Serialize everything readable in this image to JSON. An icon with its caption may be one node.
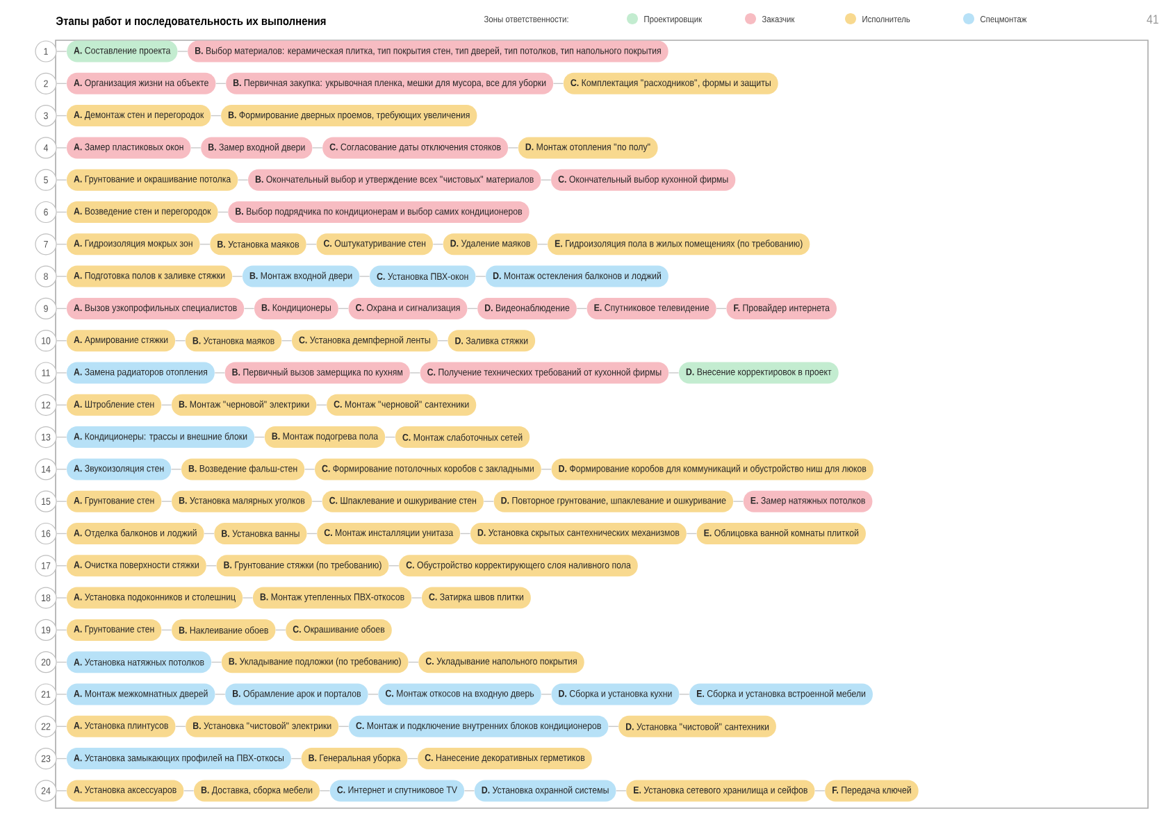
{
  "diagram": {
    "title": "Этапы работ и последовательность их выполнения",
    "nodes": [
      {
        "text": [
          "1"
        ]
      },
      {
        "text": [
          "**A.** Составление проекта"
        ]
      },
      {
        "text": [
          "**B.** Выбор материалов: керамическая плитка, тип покрытия стен, тип дверей, тип потолков, тип напольного покрытия"
        ]
      },
      {
        "text": [
          "2"
        ]
      },
      {
        "text": [
          "**A.** Организация жизни на объекте"
        ]
      },
      {
        "text": [
          "**B.** Первичная закупка: укрывочная пленка, мешки для мусора, все для уборки"
        ]
      },
      {
        "text": [
          "**C.** Комплектация \"расходников\", формы и защиты"
        ]
      },
      {
        "text": [
          "3"
        ]
      },
      {
        "text": [
          "**A.** Демонтаж стен и перегородок"
        ]
      },
      {
        "text": [
          "**B.** Формирование дверных проемов, требующих увеличения"
        ]
      },
      {
        "text": [
          "4"
        ]
      },
      {
        "text": [
          "**A.** Замер пластиковых окон"
        ]
      },
      {
        "text": [
          "**B.** Замер входной двери"
        ]
      },
      {
        "text": [
          "**C.** Согласование даты отключения стояков"
        ]
      },
      {
        "text": [
          "**D.** Монтаж отопления \"по полу\""
        ]
      },
      {
        "text": [
          "5"
        ]
      },
      {
        "text": [
          "**A.** Грунтование и окрашивание потолка"
        ]
      },
      {
        "text": [
          "**B.** Окончательный выбор и утверждение всех \"чистовых\" материалов"
        ]
      },
      {
        "text": [
          "**C.** Окончательный выбор кухонной фирмы"
        ]
      },
      {
        "text": [
          "6"
        ]
      },
      {
        "text": [
          "**A.** Возведение стен и перегородок"
        ]
      },
      {
        "text": [
          "**B.** Выбор подрядчика по кондиционерам и выбор самих кондиционеров"
        ]
      },
      {
        "text": [
          "7"
        ]
      },
      {
        "text": [
          "**A.** Гидроизоляция мокрых зон"
        ]
      },
      {
        "text": [
          "**B.** Установка маяков"
        ]
      },
      {
        "text": [
          "**C.** Оштукатуривание стен"
        ]
      },
      {
        "text": [
          "**D.** Удаление маяков"
        ]
      },
      {
        "text": [
          "**E.** Гидроизоляция пола в жилых помещениях (по требованию)"
        ]
      },
      {
        "text": [
          "8"
        ]
      },
      {
        "text": [
          "**A.** Подготовка полов к заливке стяжки"
        ]
      },
      {
        "text": [
          "**B.** Монтаж входной двери"
        ]
      },
      {
        "text": [
          "**C.** Установка ПВХ-окон"
        ]
      },
      {
        "text": [
          "**D.** Монтаж остекления балконов и лоджий"
        ]
      },
      {
        "text": [
          "9"
        ]
      },
      {
        "text": [
          "**A.** Вызов узкопрофильных специалистов"
        ]
      },
      {
        "text": [
          "**B.** Кондиционеры"
        ]
      },
      {
        "text": [
          "**C.** Охрана и сигнализация"
        ]
      },
      {
        "text": [
          "**D.** Видеонаблюдение"
        ]
      },
      {
        "text": [
          "**E.** Спутниковое телевидение"
        ]
      },
      {
        "text": [
          "**F.** Провайдер интернета"
        ]
      },
      {
        "text": [
          "10"
        ]
      },
      {
        "text": [
          "**A.** Армирование стяжки"
        ]
      },
      {
        "text": [
          "**B.** Установка маяков"
        ]
      },
      {
        "text": [
          "**C.** Установка демпферной ленты"
        ]
      },
      {
        "text": [
          "**D.** Заливка стяжки"
        ]
      },
      {
        "text": [
          "11"
        ]
      },
      {
        "text": [
          "**A.** Замена радиаторов отопления"
        ]
      },
      {
        "text": [
          "**B.** Первичный вызов замерщика по кухням"
        ]
      },
      {
        "text": [
          "**C.** Получение технических требований от кухонной фирмы"
        ]
      },
      {
        "text": [
          "**D.** Внесение корректировок в проект"
        ]
      },
      {
        "text": [
          "12"
        ]
      },
      {
        "text": [
          "**A.** Штробление стен"
        ]
      },
      {
        "text": [
          "**B.** Монтаж \"черновой\" электрики"
        ]
      },
      {
        "text": [
          "**C.** Монтаж \"черновой\" сантехники"
        ]
      },
      {
        "text": [
          "13"
        ]
      },
      {
        "text": [
          "**A.** Кондиционеры: трассы и внешние блоки"
        ]
      },
      {
        "text": [
          "**B.** Монтаж подогрева пола"
        ]
      },
      {
        "text": [
          "**C.** Монтаж слаботочных сетей"
        ]
      },
      {
        "text": [
          "14"
        ]
      },
      {
        "text": [
          "**A.** Звукоизоляция стен"
        ]
      },
      {
        "text": [
          "**B.** Возведение фальш-стен"
        ]
      },
      {
        "text": [
          "**C.** Формирование потолочных коробов с закладными"
        ]
      },
      {
        "text": [
          "**D.** Формирование коробов для коммуникаций и обустройство ниш для люков"
        ]
      },
      {
        "text": [
          "15"
        ]
      },
      {
        "text": [
          "**A.** Грунтование стен"
        ]
      },
      {
        "text": [
          "**B.** Установка малярных уголков"
        ]
      },
      {
        "text": [
          "**C.** Шпаклевание и ошкуривание стен"
        ]
      },
      {
        "text": [
          "**D.** Повторное грунтование, шпаклевание и ошкуривание"
        ]
      },
      {
        "text": [
          "**E.** Замер натяжных потолков"
        ]
      },
      {
        "text": [
          "16"
        ]
      },
      {
        "text": [
          "**A.** Отделка балконов и лоджий"
        ]
      },
      {
        "text": [
          "**B.** Установка ванны"
        ]
      },
      {
        "text": [
          "**C.** Монтаж инсталляции унитаза"
        ]
      },
      {
        "text": [
          "**D.** Установка скрытых сантехнических механизмов"
        ]
      },
      {
        "text": [
          "**E.** Облицовка ванной комнаты плиткой"
        ]
      },
      {
        "text": [
          "17"
        ]
      },
      {
        "text": [
          "**A.** Очистка поверхности стяжки"
        ]
      },
      {
        "text": [
          "**B.** Грунтование стяжки (по требованию)"
        ]
      },
      {
        "text": [
          "**C.** Обустройство корректирующего слоя наливного пола"
        ]
      },
      {
        "text": [
          "18"
        ]
      },
      {
        "text": [
          "**A.** Установка подоконников и столешниц"
        ]
      },
      {
        "text": [
          "**B.** Монтаж утепленных ПВХ-откосов"
        ]
      },
      {
        "text": [
          "**C.** Затирка швов плитки"
        ]
      },
      {
        "text": [
          "19"
        ]
      },
      {
        "text": [
          "**A.** Грунтование стен"
        ]
      },
      {
        "text": [
          "**B.** Наклеивание обоев"
        ]
      },
      {
        "text": [
          "**C.** Окрашивание обоев"
        ]
      },
      {
        "text": [
          "20"
        ]
      },
      {
        "text": [
          "**A.** Установка натяжных потолков"
        ]
      },
      {
        "text": [
          "**B.** Укладывание подложки (по требованию)"
        ]
      },
      {
        "text": [
          "**C.** Укладывание напольного покрытия"
        ]
      },
      {
        "text": [
          "21"
        ]
      },
      {
        "text": [
          "**A.** Монтаж межкомнатных дверей"
        ]
      },
      {
        "text": [
          "**B.** Обрамление арок и порталов"
        ]
      },
      {
        "text": [
          "**C.** Монтаж откосов на входную дверь"
        ]
      },
      {
        "text": [
          "**D.** Сборка и установка кухни"
        ]
      },
      {
        "text": [
          "**E.** Сборка и установка встроенной мебели"
        ]
      },
      {
        "text": [
          "22"
        ]
      },
      {
        "text": [
          "**A.** Установка плинтусов"
        ]
      },
      {
        "text": [
          "**B.** Установка \"чистовой\" электрики"
        ]
      },
      {
        "text": [
          "**C.** Монтаж и подключение внутренних блоков кондиционеров"
        ]
      },
      {
        "text": [
          "**D.** Установка \"чистовой\" сантехники"
        ]
      },
      {
        "text": [
          "23"
        ]
      },
      {
        "text": [
          "**A.** Установка замыкающих профилей на ПВХ-откосы"
        ]
      },
      {
        "text": [
          "**B.** Генеральная уборка"
        ]
      },
      {
        "text": [
          "**C.** Нанесение декоративных герметиков"
        ]
      },
      {
        "text": [
          "24"
        ]
      },
      {
        "text": [
          "**A.** Установка аксессуаров"
        ]
      },
      {
        "text": [
          "**B.** Доставка, сборка мебели"
        ]
      },
      {
        "text": [
          "**C.** Интернет и спутниковое TV"
        ]
      },
      {
        "text": [
          "**D.** Установка охранной системы"
        ]
      },
      {
        "text": [
          "**E.** Установка сетевого хранилища и сейфов"
        ]
      },
      {
        "text": [
          "**F.** Передача ключей"
        ]
      }
    ],
    "edges": [
      {
        "from": 0,
        "to": 1,
        "arrow": "none"
      },
      {
        "from": 1,
        "to": 2,
        "arrow": "none"
      },
      {
        "from": 3,
        "to": 4,
        "arrow": "none"
      },
      {
        "from": 4,
        "to": 5,
        "arrow": "none"
      },
      {
        "from": 5,
        "to": 6,
        "arrow": "none"
      },
      {
        "from": 7,
        "to": 8,
        "arrow": "none"
      },
      {
        "from": 8,
        "to": 9,
        "arrow": "none"
      },
      {
        "from": 10,
        "to": 11,
        "arrow": "none"
      },
      {
        "from": 11,
        "to": 12,
        "arrow": "none"
      },
      {
        "from": 12,
        "to": 13,
        "arrow": "none"
      },
      {
        "from": 13,
        "to": 14,
        "arrow": "none"
      },
      {
        "from": 15,
        "to": 16,
        "arrow": "none"
      },
      {
        "from": 16,
        "to": 17,
        "arrow": "none"
      },
      {
        "from": 17,
        "to": 18,
        "arrow": "none"
      },
      {
        "from": 19,
        "to": 20,
        "arrow": "none"
      },
      {
        "from": 20,
        "to": 21,
        "arrow": "none"
      },
      {
        "from": 22,
        "to": 23,
        "arrow": "none"
      },
      {
        "from": 23,
        "to": 24,
        "arrow": "none"
      },
      {
        "from": 24,
        "to": 25,
        "arrow": "none"
      },
      {
        "from": 25,
        "to": 26,
        "arrow": "none"
      },
      {
        "from": 26,
        "to": 27,
        "arrow": "none"
      },
      {
        "from": 28,
        "to": 29,
        "arrow": "none"
      },
      {
        "from": 29,
        "to": 30,
        "arrow": "none"
      },
      {
        "from": 30,
        "to": 31,
        "arrow": "none"
      },
      {
        "from": 31,
        "to": 32,
        "arrow": "none"
      },
      {
        "from": 33,
        "to": 34,
        "arrow": "none"
      },
      {
        "from": 34,
        "to": 35,
        "arrow": "none"
      },
      {
        "from": 35,
        "to": 36,
        "arrow": "none"
      },
      {
        "from": 36,
        "to": 37,
        "arrow": "none"
      },
      {
        "from": 37,
        "to": 38,
        "arrow": "none"
      },
      {
        "from": 38,
        "to": 39,
        "arrow": "none"
      },
      {
        "from": 40,
        "to": 41,
        "arrow": "none"
      },
      {
        "from": 41,
        "to": 42,
        "arrow": "none"
      },
      {
        "from": 42,
        "to": 43,
        "arrow": "none"
      },
      {
        "from": 43,
        "to": 44,
        "arrow": "none"
      },
      {
        "from": 45,
        "to": 46,
        "arrow": "none"
      },
      {
        "from": 46,
        "to": 47,
        "arrow": "none"
      },
      {
        "from": 47,
        "to": 48,
        "arrow": "none"
      },
      {
        "from": 48,
        "to": 49,
        "arrow": "none"
      },
      {
        "from": 50,
        "to": 51,
        "arrow": "none"
      },
      {
        "from": 51,
        "to": 52,
        "arrow": "none"
      },
      {
        "from": 52,
        "to": 53,
        "arrow": "none"
      },
      {
        "from": 54,
        "to": 55,
        "arrow": "none"
      },
      {
        "from": 55,
        "to": 56,
        "arrow": "none"
      },
      {
        "from": 56,
        "to": 57,
        "arrow": "none"
      },
      {
        "from": 58,
        "to": 59,
        "arrow": "none"
      },
      {
        "from": 59,
        "to": 60,
        "arrow": "none"
      },
      {
        "from": 60,
        "to": 61,
        "arrow": "none"
      },
      {
        "from": 61,
        "to": 62,
        "arrow": "none"
      },
      {
        "from": 63,
        "to": 64,
        "arrow": "none"
      },
      {
        "from": 64,
        "to": 65,
        "arrow": "none"
      },
      {
        "from": 65,
        "to": 66,
        "arrow": "none"
      },
      {
        "from": 66,
        "to": 67,
        "arrow": "none"
      },
      {
        "from": 67,
        "to": 68,
        "arrow": "none"
      },
      {
        "from": 69,
        "to": 70,
        "arrow": "none"
      },
      {
        "from": 70,
        "to": 71,
        "arrow": "none"
      },
      {
        "from": 71,
        "to": 72,
        "arrow": "none"
      },
      {
        "from": 72,
        "to": 73,
        "arrow": "none"
      },
      {
        "from": 73,
        "to": 74,
        "arrow": "none"
      },
      {
        "from": 75,
        "to": 76,
        "arrow": "none"
      },
      {
        "from": 76,
        "to": 77,
        "arrow": "none"
      },
      {
        "from": 77,
        "to": 78,
        "arrow": "none"
      },
      {
        "from": 79,
        "to": 80,
        "arrow": "none"
      },
      {
        "from": 80,
        "to": 81,
        "arrow": "none"
      },
      {
        "from": 81,
        "to": 82,
        "arrow": "none"
      },
      {
        "from": 83,
        "to": 84,
        "arrow": "none"
      },
      {
        "from": 84,
        "to": 85,
        "arrow": "none"
      },
      {
        "from": 85,
        "to": 86,
        "arrow": "none"
      },
      {
        "from": 87,
        "to": 88,
        "arrow": "none"
      },
      {
        "from": 88,
        "to": 89,
        "arrow": "none"
      },
      {
        "from": 89,
        "to": 90,
        "arrow": "none"
      },
      {
        "from": 91,
        "to": 92,
        "arrow": "none"
      },
      {
        "from": 92,
        "to": 93,
        "arrow": "none"
      },
      {
        "from": 93,
        "to": 94,
        "arrow": "none"
      },
      {
        "from": 94,
        "to": 95,
        "arrow": "none"
      },
      {
        "from": 95,
        "to": 96,
        "arrow": "none"
      },
      {
        "from": 97,
        "to": 98,
        "arrow": "none"
      },
      {
        "from": 98,
        "to": 99,
        "arrow": "none"
      },
      {
        "from": 99,
        "to": 100,
        "arrow": "none"
      },
      {
        "from": 100,
        "to": 101,
        "arrow": "none"
      },
      {
        "from": 102,
        "to": 103,
        "arrow": "none"
      },
      {
        "from": 103,
        "to": 104,
        "arrow": "none"
      },
      {
        "from": 104,
        "to": 105,
        "arrow": "none"
      },
      {
        "from": 106,
        "to": 107,
        "arrow": "none"
      },
      {
        "from": 107,
        "to": 108,
        "arrow": "none"
      },
      {
        "from": 108,
        "to": 109,
        "arrow": "none"
      },
      {
        "from": 109,
        "to": 110,
        "arrow": "none"
      },
      {
        "from": 110,
        "to": 111,
        "arrow": "none"
      },
      {
        "from": 111,
        "to": 112,
        "arrow": "none"
      }
    ],
    "labels": [
      "Зоны ответственности:",
      "41"
    ],
    "legend": [
      {
        "text": "Проектировщик",
        "color": "#c3ecd0"
      },
      {
        "text": "Заказчик",
        "color": "#f7bcc2"
      },
      {
        "text": "Исполнитель",
        "color": "#f8d98f"
      },
      {
        "text": "Спецмонтаж",
        "color": "#b7e1f7"
      }
    ]
  }
}
